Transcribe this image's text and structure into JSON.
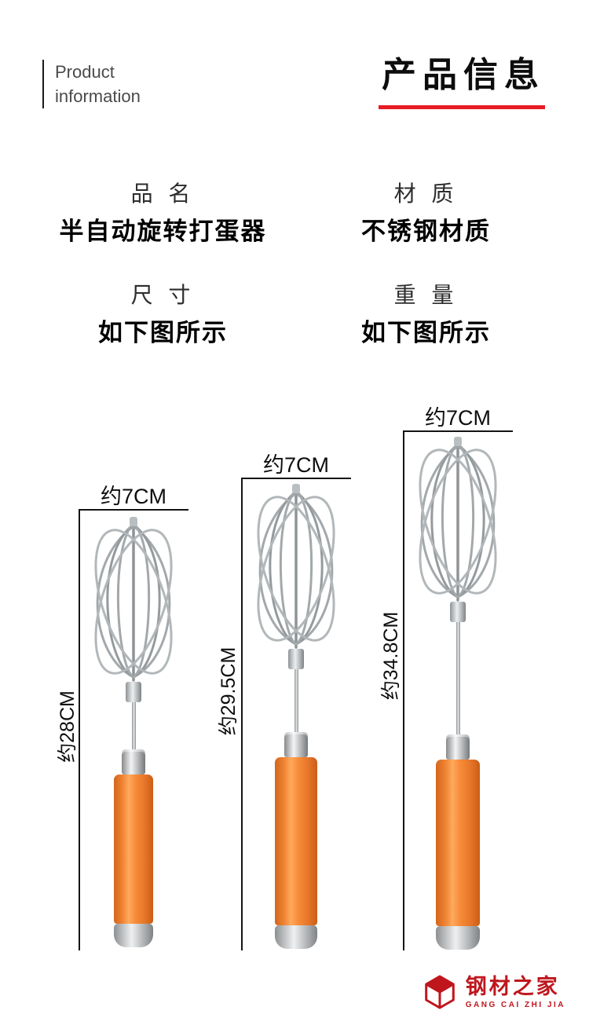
{
  "header": {
    "eyebrow": [
      "Product",
      "information"
    ],
    "title": "产品信息"
  },
  "specs": [
    {
      "label": "品 名",
      "value": "半自动旋转打蛋器"
    },
    {
      "label": "材 质",
      "value": "不锈钢材质"
    },
    {
      "label": "尺 寸",
      "value": "如下图所示"
    },
    {
      "label": "重 量",
      "value": "如下图所示"
    }
  ],
  "whisks": [
    {
      "width_label": "约7CM",
      "height_label": "约28CM"
    },
    {
      "width_label": "约7CM",
      "height_label": "约29.5CM"
    },
    {
      "width_label": "约7CM",
      "height_label": "约34.8CM"
    }
  ],
  "footer": {
    "brand": "钢材之家",
    "brand_latin": "GANG CAI ZHI JIA"
  },
  "colors": {
    "accent_red": "#e81c24",
    "handle_orange": "#ef8433",
    "brand_red": "#bf161d",
    "wire_gray": "#a3a8ab"
  }
}
